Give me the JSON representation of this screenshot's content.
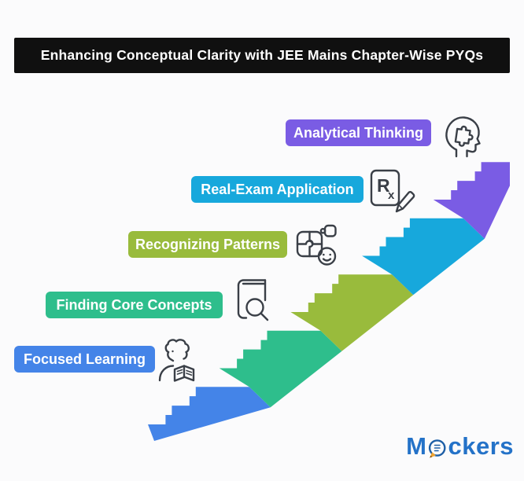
{
  "title": "Enhancing Conceptual Clarity with JEE Mains Chapter-Wise PYQs",
  "title_bar": {
    "bg": "#101010",
    "text_color": "#FFFFFF"
  },
  "background": "#FBFBFC",
  "steps": [
    {
      "label": "Focused Learning",
      "color": "#4484E8",
      "icon": "person-reading-icon"
    },
    {
      "label": "Finding Core Concepts",
      "color": "#2EBE8C",
      "icon": "book-magnifier-icon"
    },
    {
      "label": "Recognizing Patterns",
      "color": "#99BB3C",
      "icon": "puzzle-smiley-icon"
    },
    {
      "label": "Real-Exam Application",
      "color": "#17A8DC",
      "icon": "rx-pencil-icon"
    },
    {
      "label": "Analytical Thinking",
      "color": "#7A5CE4",
      "icon": "head-puzzle-icon"
    }
  ],
  "logo": {
    "text_m": "M",
    "text_rest": "ckers",
    "color": "#2472C8",
    "icon": "document-circle-pencil-icon",
    "accent_color": "#F0A431",
    "icon_stroke": "#1E5FA6"
  }
}
